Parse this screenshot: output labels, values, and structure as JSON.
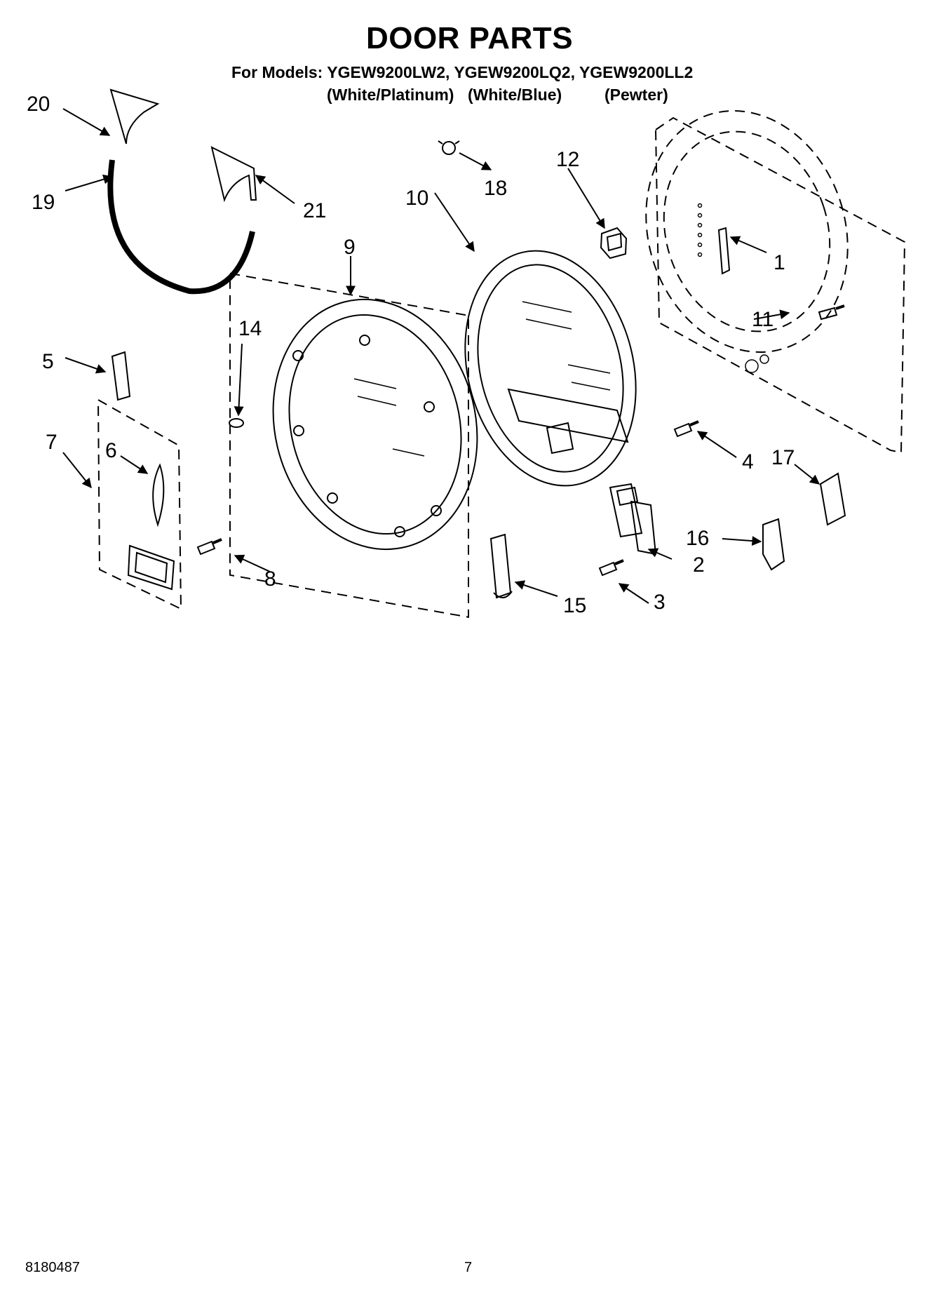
{
  "header": {
    "title": "DOOR PARTS",
    "models_line": "For Models: YGEW9200LW2, YGEW9200LQ2, YGEW9200LL2",
    "variants": [
      "(White/Platinum)",
      "(White/Blue)",
      "(Pewter)"
    ]
  },
  "callouts": [
    "1",
    "2",
    "3",
    "4",
    "5",
    "6",
    "7",
    "8",
    "9",
    "10",
    "11",
    "12",
    "14",
    "15",
    "16",
    "17",
    "18",
    "19",
    "20",
    "21"
  ],
  "footer": {
    "doc_number": "8180487",
    "page_number": "7"
  }
}
